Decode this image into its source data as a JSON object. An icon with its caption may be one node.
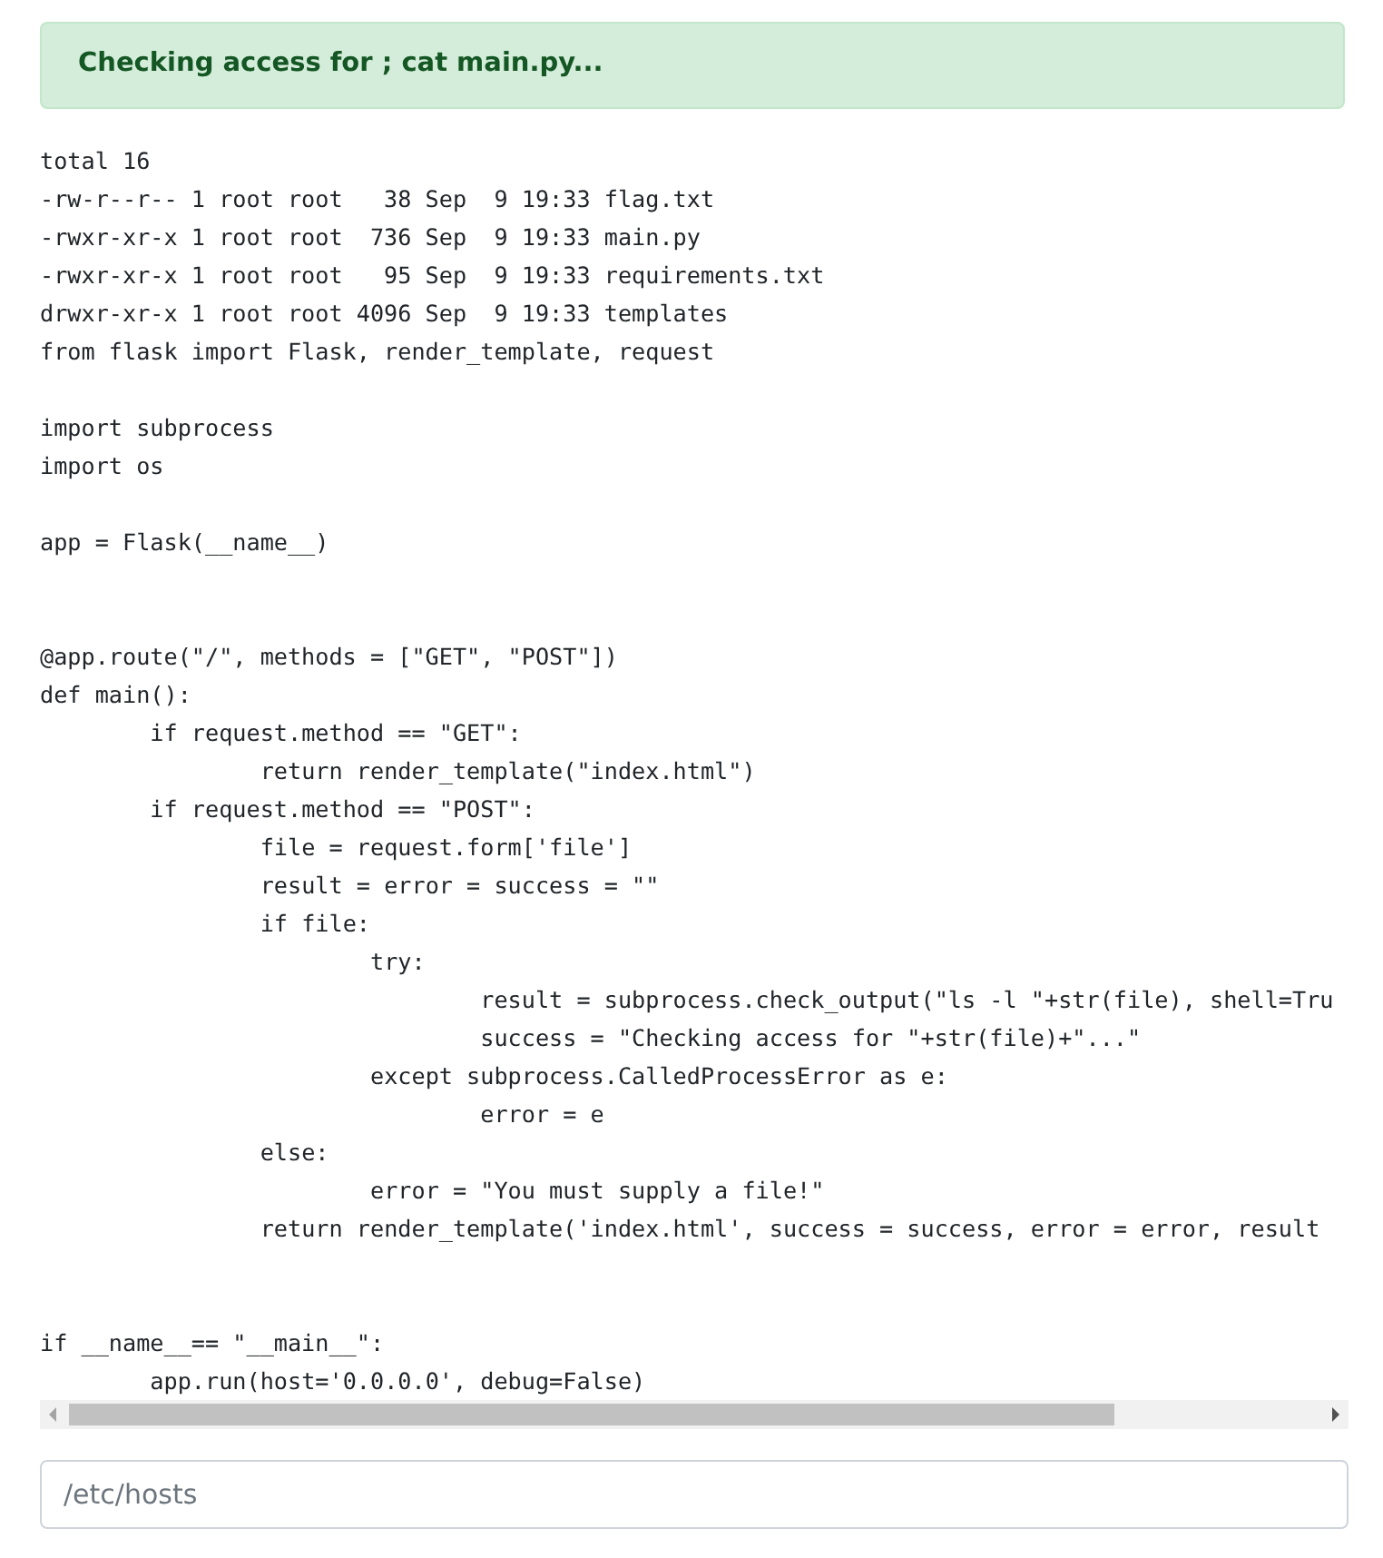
{
  "diagram": {
    "nodes": [
      {
        "text": [
          "Checking access for ; cat main.py..."
        ]
      },
      {
        "text": [
          "/etc/hosts"
        ]
      }
    ],
    "labels": [
      "total 16",
      "-rw-r--r-- 1 root root   38 Sep  9 19:33 flag.txt",
      "-rwxr-xr-x 1 root root  736 Sep  9 19:33 main.py",
      "-rwxr-xr-x 1 root root   95 Sep  9 19:33 requirements.txt",
      "drwxr-xr-x 1 root root 4096 Sep  9 19:33 templates",
      "from flask import Flask, render_template, request",
      "import subprocess",
      "import os",
      "app = Flask(__name__)",
      "@app.route(\"/\", methods = [\"GET\", \"POST\"])",
      "def main():",
      "\tif request.method == \"GET\":",
      "\t\treturn render_template(\"index.html\")",
      "\tif request.method == \"POST\":",
      "\t\tfile = request.form['file']",
      "\t\tresult = error = success = \"\"",
      "\t\tif file:",
      "\t\t\ttry:",
      "\t\t\t\tresult = subprocess.check_output(\"ls -l \"+str(file), shell=Tru",
      "\t\t\t\tsuccess = \"Checking access for \"+str(file)+\"...\"",
      "\t\t\texcept subprocess.CalledProcessError as e:",
      "\t\t\t\terror = e",
      "\t\telse:",
      "\t\t\terror = \"You must supply a file!\"",
      "\t\treturn render_template('index.html', success = success, error = error, result",
      "if __name__== \"__main__\":",
      "\tapp.run(host='0.0.0.0', debug=False)"
    ]
  }
}
